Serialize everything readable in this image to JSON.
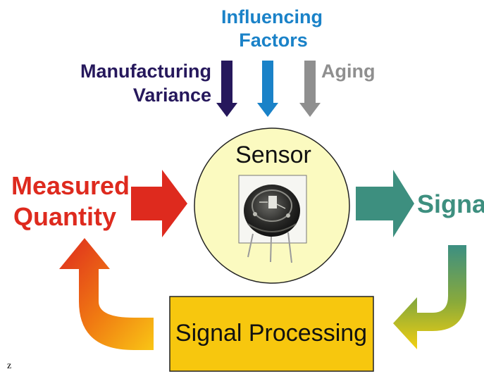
{
  "influencing_factors": {
    "title_line1": "Influencing",
    "title_line2": "Factors",
    "manufacturing_line1": "Manufacturing",
    "manufacturing_line2": "Variance",
    "aging": "Aging"
  },
  "sensor": {
    "label": "Sensor",
    "photo": "sensor-photo"
  },
  "measured_quantity": {
    "line1": "Measured",
    "line2": "Quantity"
  },
  "signal": {
    "label": "Signal"
  },
  "signal_processing": {
    "label": "Signal Processing"
  },
  "corner_mark": "z",
  "colors": {
    "navy": "#26185c",
    "blue": "#1a82c8",
    "gray": "#8f8f8f",
    "red": "#de2a1e",
    "teal": "#3d8f7f",
    "sensor_circle": "#fbfac0",
    "processing_box": "#f7c70e"
  }
}
